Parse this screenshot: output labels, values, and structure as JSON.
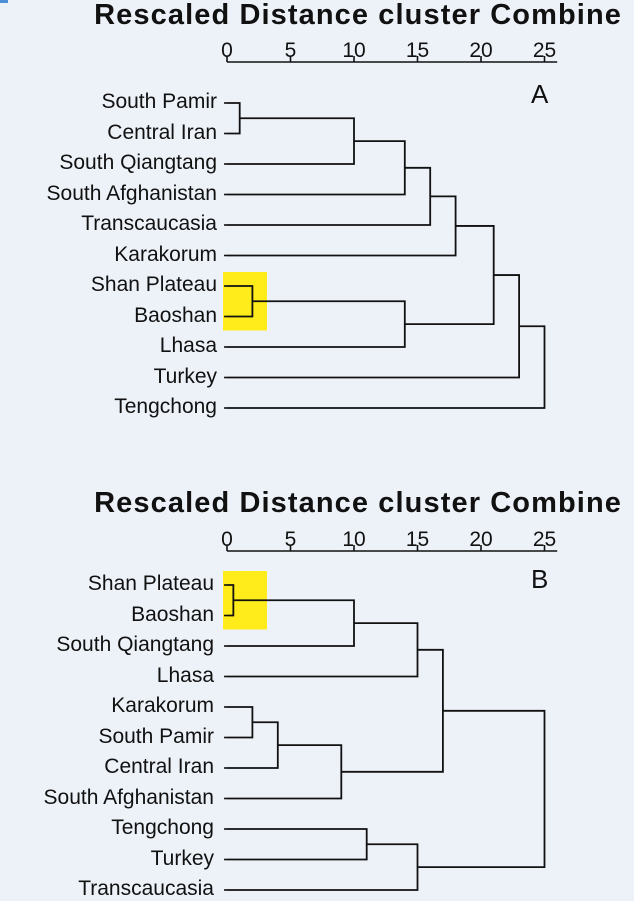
{
  "panels": [
    {
      "id": "A",
      "title": "Rescaled Distance cluster Combine",
      "letter": "A",
      "ticks": [
        "0",
        "5",
        "10",
        "15",
        "20",
        "25"
      ],
      "leaves": [
        "South Pamir",
        "Central Iran",
        "South Qiangtang",
        "South Afghanistan",
        "Transcaucasia",
        "Karakorum",
        "Shan Plateau",
        "Baoshan",
        "Lhasa",
        "Turkey",
        "Tengchong"
      ],
      "merges": [
        {
          "a": 0,
          "b": 1,
          "d": 1
        },
        {
          "a": 6,
          "b": 7,
          "d": 2
        },
        {
          "a": "c0",
          "b": 2,
          "d": 10
        },
        {
          "a": "c2",
          "b": 3,
          "d": 14
        },
        {
          "a": "c1",
          "b": 8,
          "d": 14
        },
        {
          "a": "c3",
          "b": 4,
          "d": 16
        },
        {
          "a": "c5",
          "b": 5,
          "d": 18
        },
        {
          "a": "c6",
          "b": "c4",
          "d": 21
        },
        {
          "a": "c7",
          "b": 9,
          "d": 23
        },
        {
          "a": "c8",
          "b": 10,
          "d": 25
        }
      ],
      "highlight_leaves": [
        "Shan Plateau",
        "Baoshan"
      ],
      "highlight_color": "#ffec1a"
    },
    {
      "id": "B",
      "title": "Rescaled Distance cluster Combine",
      "letter": "B",
      "ticks": [
        "0",
        "5",
        "10",
        "15",
        "20",
        "25"
      ],
      "leaves": [
        "Shan Plateau",
        "Baoshan",
        "South Qiangtang",
        "Lhasa",
        "Karakorum",
        "South Pamir",
        "Central Iran",
        "South Afghanistan",
        "Tengchong",
        "Turkey",
        "Transcaucasia"
      ],
      "merges": [
        {
          "a": 0,
          "b": 1,
          "d": 0.5
        },
        {
          "a": 4,
          "b": 5,
          "d": 2
        },
        {
          "a": "c1",
          "b": 6,
          "d": 4
        },
        {
          "a": "c0",
          "b": 2,
          "d": 10
        },
        {
          "a": 8,
          "b": 9,
          "d": 11
        },
        {
          "a": "c2",
          "b": 7,
          "d": 9
        },
        {
          "a": "c3",
          "b": 3,
          "d": 15
        },
        {
          "a": "c4",
          "b": 10,
          "d": 15
        },
        {
          "a": "c6",
          "b": "c5",
          "d": 17
        },
        {
          "a": "c8",
          "b": "c7",
          "d": 25
        }
      ],
      "highlight_leaves": [
        "Shan Plateau",
        "Baoshan"
      ],
      "highlight_color": "#ffec1a"
    }
  ]
}
